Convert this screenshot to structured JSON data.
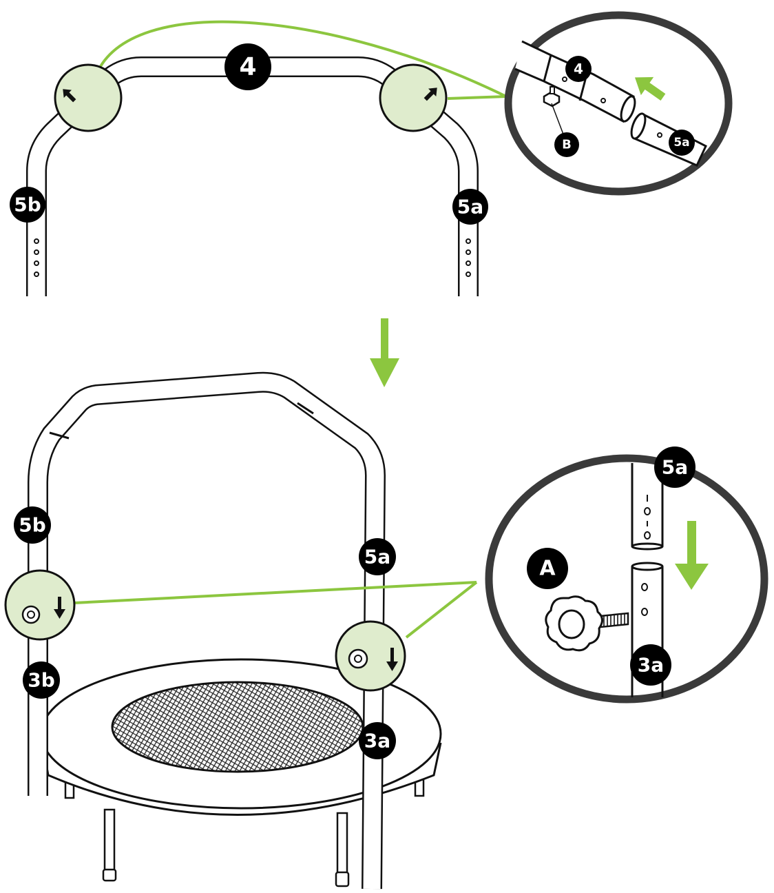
{
  "colors": {
    "accent": "#8cc63f",
    "highlight_fill": "#dfeccd",
    "label_bg": "#000000",
    "label_text": "#ffffff",
    "ring_stroke": "#3a3a3a"
  },
  "step1": {
    "labels": {
      "top_bar": "4",
      "left_leg": "5b",
      "right_leg": "5a"
    },
    "detail": {
      "part_top": "4",
      "part_bottom": "5a",
      "screw": "B"
    }
  },
  "step2": {
    "labels": {
      "left_upper": "5b",
      "left_lower": "3b",
      "right_upper": "5a",
      "right_lower": "3a"
    },
    "detail": {
      "part_top": "5a",
      "part_bottom": "3a",
      "knob": "A"
    }
  },
  "icons": [
    "arrow-up-right-icon",
    "arrow-up-left-icon",
    "arrow-down-icon",
    "knob-icon",
    "screw-icon"
  ]
}
